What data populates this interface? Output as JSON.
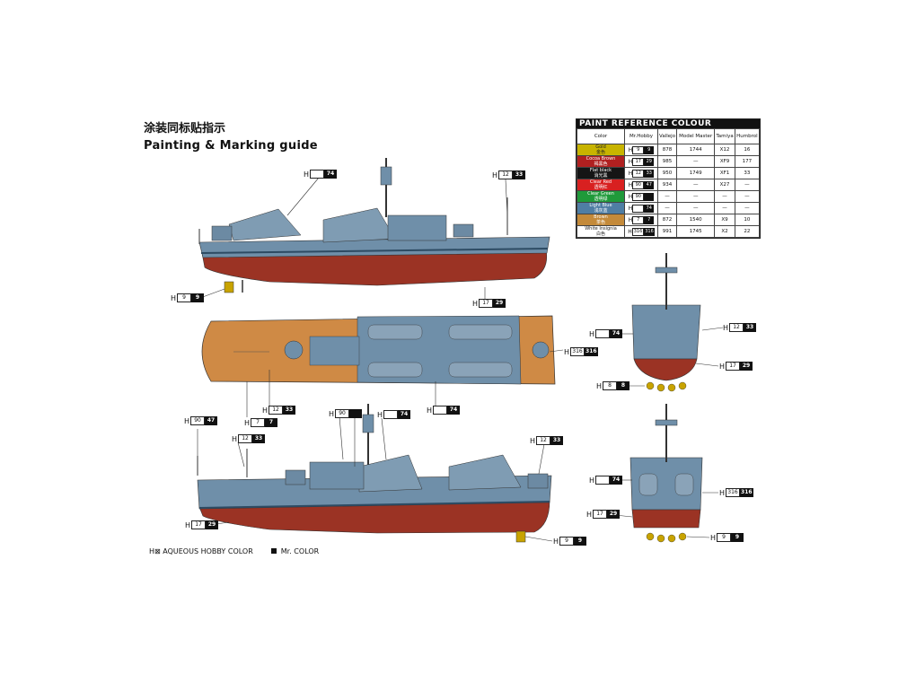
{
  "title": {
    "cn": "涂装同标贴指示",
    "en": "Painting & Marking guide"
  },
  "paint_table": {
    "heading": "PAINT REFERENCE COLOUR",
    "columns": [
      "Color",
      "Mr.Hobby",
      "Vallejo",
      "Model Master",
      "Tamiya",
      "Humbrol"
    ],
    "rows": [
      {
        "name": "Gold",
        "cn": "金色",
        "color": "#c8b400",
        "text_color": "#222",
        "h_left": "9",
        "h_right": "9",
        "vallejo": "878",
        "model_master": "1744",
        "tamiya": "X12",
        "humbrol": "16"
      },
      {
        "name": "Cocoa Brown",
        "cn": "褐黑色",
        "color": "#b02020",
        "text_color": "#fff",
        "h_left": "17",
        "h_right": "29",
        "vallejo": "985",
        "model_master": "—",
        "tamiya": "XF9",
        "humbrol": "177"
      },
      {
        "name": "Flat black",
        "cn": "消光黑",
        "color": "#151515",
        "text_color": "#fff",
        "h_left": "12",
        "h_right": "33",
        "vallejo": "950",
        "model_master": "1749",
        "tamiya": "XF1",
        "humbrol": "33"
      },
      {
        "name": "Clear Red",
        "cn": "透明红",
        "color": "#d82020",
        "text_color": "#fff",
        "h_left": "90",
        "h_right": "47",
        "vallejo": "934",
        "model_master": "—",
        "tamiya": "X27",
        "humbrol": "—"
      },
      {
        "name": "Clear Green",
        "cn": "透明绿",
        "color": "#1f9a3a",
        "text_color": "#fff",
        "h_left": "90",
        "h_right": "",
        "vallejo": "—",
        "model_master": "—",
        "tamiya": "—",
        "humbrol": "—"
      },
      {
        "name": "Light Blue",
        "cn": "浅灰蓝",
        "color": "#4f7ea4",
        "text_color": "#fff",
        "h_left": "",
        "h_right": "74",
        "vallejo": "—",
        "model_master": "—",
        "tamiya": "—",
        "humbrol": "—"
      },
      {
        "name": "Brown",
        "cn": "茶色",
        "color": "#c48a3a",
        "text_color": "#fff",
        "h_left": "7",
        "h_right": "7",
        "vallejo": "872",
        "model_master": "1540",
        "tamiya": "X9",
        "humbrol": "10"
      },
      {
        "name": "White Insignia",
        "cn": "白色",
        "color": "#ffffff",
        "text_color": "#222",
        "h_left": "316",
        "h_right": "316",
        "vallejo": "991",
        "model_master": "1745",
        "tamiya": "X2",
        "humbrol": "22"
      }
    ]
  },
  "callouts": [
    {
      "id": "c1",
      "w": "",
      "k": "74"
    },
    {
      "id": "c2",
      "w": "12",
      "k": "33"
    },
    {
      "id": "c3",
      "w": "9",
      "k": "9"
    },
    {
      "id": "c4",
      "w": "17",
      "k": "29"
    },
    {
      "id": "c5",
      "w": "316",
      "k": "316"
    },
    {
      "id": "c6",
      "w": "12",
      "k": "33"
    },
    {
      "id": "c7",
      "w": "7",
      "k": "7"
    },
    {
      "id": "c8",
      "w": "",
      "k": "74"
    },
    {
      "id": "c9",
      "w": "90",
      "k": "47"
    },
    {
      "id": "c10",
      "w": "90",
      "k": ""
    },
    {
      "id": "c11",
      "w": "",
      "k": "74"
    },
    {
      "id": "c12",
      "w": "12",
      "k": "33"
    },
    {
      "id": "c13",
      "w": "12",
      "k": "33"
    },
    {
      "id": "c14",
      "w": "17",
      "k": "29"
    },
    {
      "id": "c15",
      "w": "9",
      "k": "9"
    },
    {
      "id": "c16",
      "w": "",
      "k": "74"
    },
    {
      "id": "c17",
      "w": "12",
      "k": "33"
    },
    {
      "id": "c18",
      "w": "17",
      "k": "29"
    },
    {
      "id": "c19",
      "w": "8",
      "k": "8"
    },
    {
      "id": "c20",
      "w": "",
      "k": "74"
    },
    {
      "id": "c21",
      "w": "316",
      "k": "316"
    },
    {
      "id": "c22",
      "w": "17",
      "k": "29"
    },
    {
      "id": "c23",
      "w": "9",
      "k": "9"
    }
  ],
  "legend": {
    "aqueous": "H⊠ AQUEOUS HOBBY COLOR",
    "mr_color": "Mr. COLOR"
  },
  "colors": {
    "hull_blue": "#6f8fa9",
    "hull_red": "#9b3324",
    "deck_wood": "#cf8a45",
    "gold": "#c8a300"
  }
}
